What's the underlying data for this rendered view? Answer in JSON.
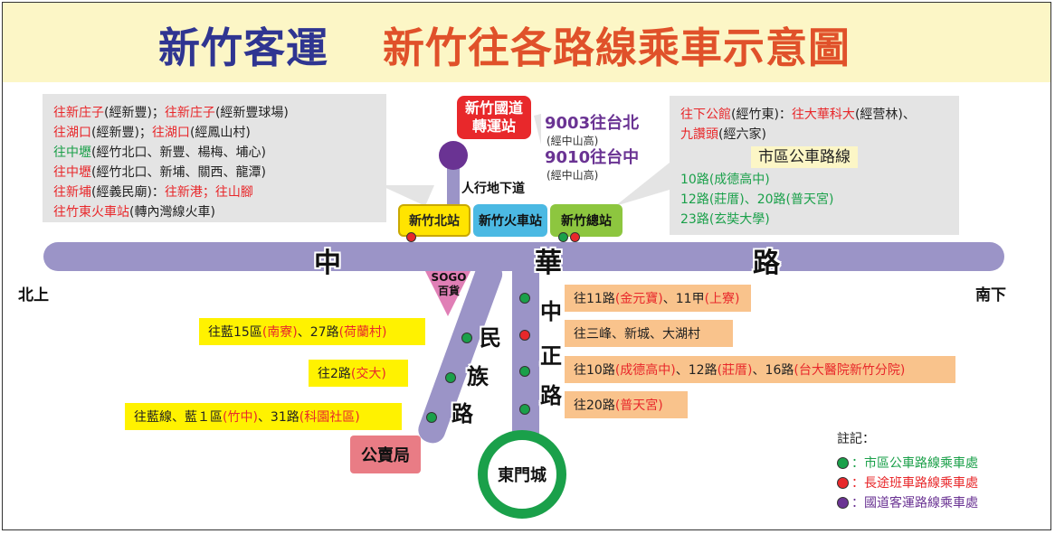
{
  "header": {
    "company": "新竹客運",
    "title": "新竹往各路線乘車示意圖"
  },
  "left_box": {
    "lines": [
      [
        {
          "t": "往新庄子",
          "c": "red"
        },
        {
          "t": "(經新豐)；",
          "c": "blk"
        },
        {
          "t": "往新庄子",
          "c": "red"
        },
        {
          "t": "(經新豐球場)",
          "c": "blk"
        }
      ],
      [
        {
          "t": "往湖口",
          "c": "red"
        },
        {
          "t": "(經新豐)；",
          "c": "blk"
        },
        {
          "t": "往湖口",
          "c": "red"
        },
        {
          "t": "(經鳳山村)",
          "c": "blk"
        }
      ],
      [
        {
          "t": "往中壢",
          "c": "grn"
        },
        {
          "t": "(經竹北口、新豐、楊梅、埔心)",
          "c": "blk"
        }
      ],
      [
        {
          "t": "往中壢",
          "c": "red"
        },
        {
          "t": "(經竹北口、新埔、關西、龍潭)",
          "c": "blk"
        }
      ],
      [
        {
          "t": "往新埔",
          "c": "red"
        },
        {
          "t": "(經義民廟)：",
          "c": "blk"
        },
        {
          "t": "往新港；往山腳",
          "c": "red"
        }
      ],
      [
        {
          "t": "往竹東火車站",
          "c": "red"
        },
        {
          "t": "(轉內灣線火車)",
          "c": "blk"
        }
      ]
    ]
  },
  "transfer_station": {
    "line1": "新竹國道",
    "line2": "轉運站"
  },
  "national_routes": [
    {
      "name": "9003往台北",
      "via": "(經中山高)"
    },
    {
      "name": "9010往台中",
      "via": "(經中山高)"
    }
  ],
  "underpass_label": "人行地下道",
  "stations": {
    "north": "新竹北站",
    "train": "新竹火車站",
    "main": "新竹總站"
  },
  "right_box": {
    "lines": [
      [
        {
          "t": "往下公館",
          "c": "red"
        },
        {
          "t": "(經竹東)：",
          "c": "blk"
        },
        {
          "t": "往大華科大",
          "c": "red"
        },
        {
          "t": "(經营林)、",
          "c": "blk"
        }
      ],
      [
        {
          "t": "九讚頭",
          "c": "red"
        },
        {
          "t": "(經六家)",
          "c": "blk"
        }
      ]
    ],
    "city_header": "市區公車路線",
    "city_routes": [
      "10路(成德高中)",
      "12路(莊厝)、20路(普天宮)",
      "23路(玄奘大學)"
    ]
  },
  "roads": {
    "zhonghua": [
      "中",
      "華",
      "路"
    ],
    "minzu": [
      "民",
      "族",
      "路"
    ],
    "zhongzheng": [
      "中",
      "正",
      "路"
    ]
  },
  "directions": {
    "north": "北上",
    "south": "南下"
  },
  "sogo": {
    "line1": "SOGO",
    "line2": "百貨"
  },
  "minzu_routes": [
    [
      {
        "t": "往藍15區",
        "c": "blk"
      },
      {
        "t": "(南寮)",
        "c": "red"
      },
      {
        "t": "、27路",
        "c": "blk"
      },
      {
        "t": "(荷蘭村)",
        "c": "red"
      }
    ],
    [
      {
        "t": "往2路",
        "c": "blk"
      },
      {
        "t": "(交大)",
        "c": "red"
      }
    ],
    [
      {
        "t": "往藍線、藍１區",
        "c": "blk"
      },
      {
        "t": "(竹中)",
        "c": "red"
      },
      {
        "t": "、31路",
        "c": "blk"
      },
      {
        "t": "(科園社區)",
        "c": "red"
      }
    ]
  ],
  "zhongzheng_routes": [
    [
      {
        "t": "往11路",
        "c": "blk"
      },
      {
        "t": "(金元寶)",
        "c": "red"
      },
      {
        "t": "、11甲",
        "c": "blk"
      },
      {
        "t": "(上寮)",
        "c": "red"
      }
    ],
    [
      {
        "t": "往三峰、新城、大湖村",
        "c": "blk"
      }
    ],
    [
      {
        "t": "往10路",
        "c": "blk"
      },
      {
        "t": "(成德高中)",
        "c": "red"
      },
      {
        "t": "、12路",
        "c": "blk"
      },
      {
        "t": "(莊厝)",
        "c": "red"
      },
      {
        "t": "、16路",
        "c": "blk"
      },
      {
        "t": "(台大醫院新竹分院)",
        "c": "red"
      }
    ],
    [
      {
        "t": "往20路",
        "c": "blk"
      },
      {
        "t": "(普天宮)",
        "c": "red"
      }
    ]
  ],
  "bureau": "公賣局",
  "east_gate": "東門城",
  "legend": {
    "title": "註記：",
    "items": [
      {
        "label": "：市區公車路線乘車處",
        "color": "#1aa04a"
      },
      {
        "label": "：長途班車路線乘車處",
        "color": "#e8282b"
      },
      {
        "label": "：國道客運路線乘車處",
        "color": "#6a3393"
      }
    ]
  },
  "colors": {
    "road": "#9b94c7",
    "header_bg": "#fcf6c6",
    "company": "#2f3591",
    "title": "#e0512a",
    "green_stop": "#1aa04a",
    "red_stop": "#e8282b",
    "purple_stop": "#6a3393"
  }
}
